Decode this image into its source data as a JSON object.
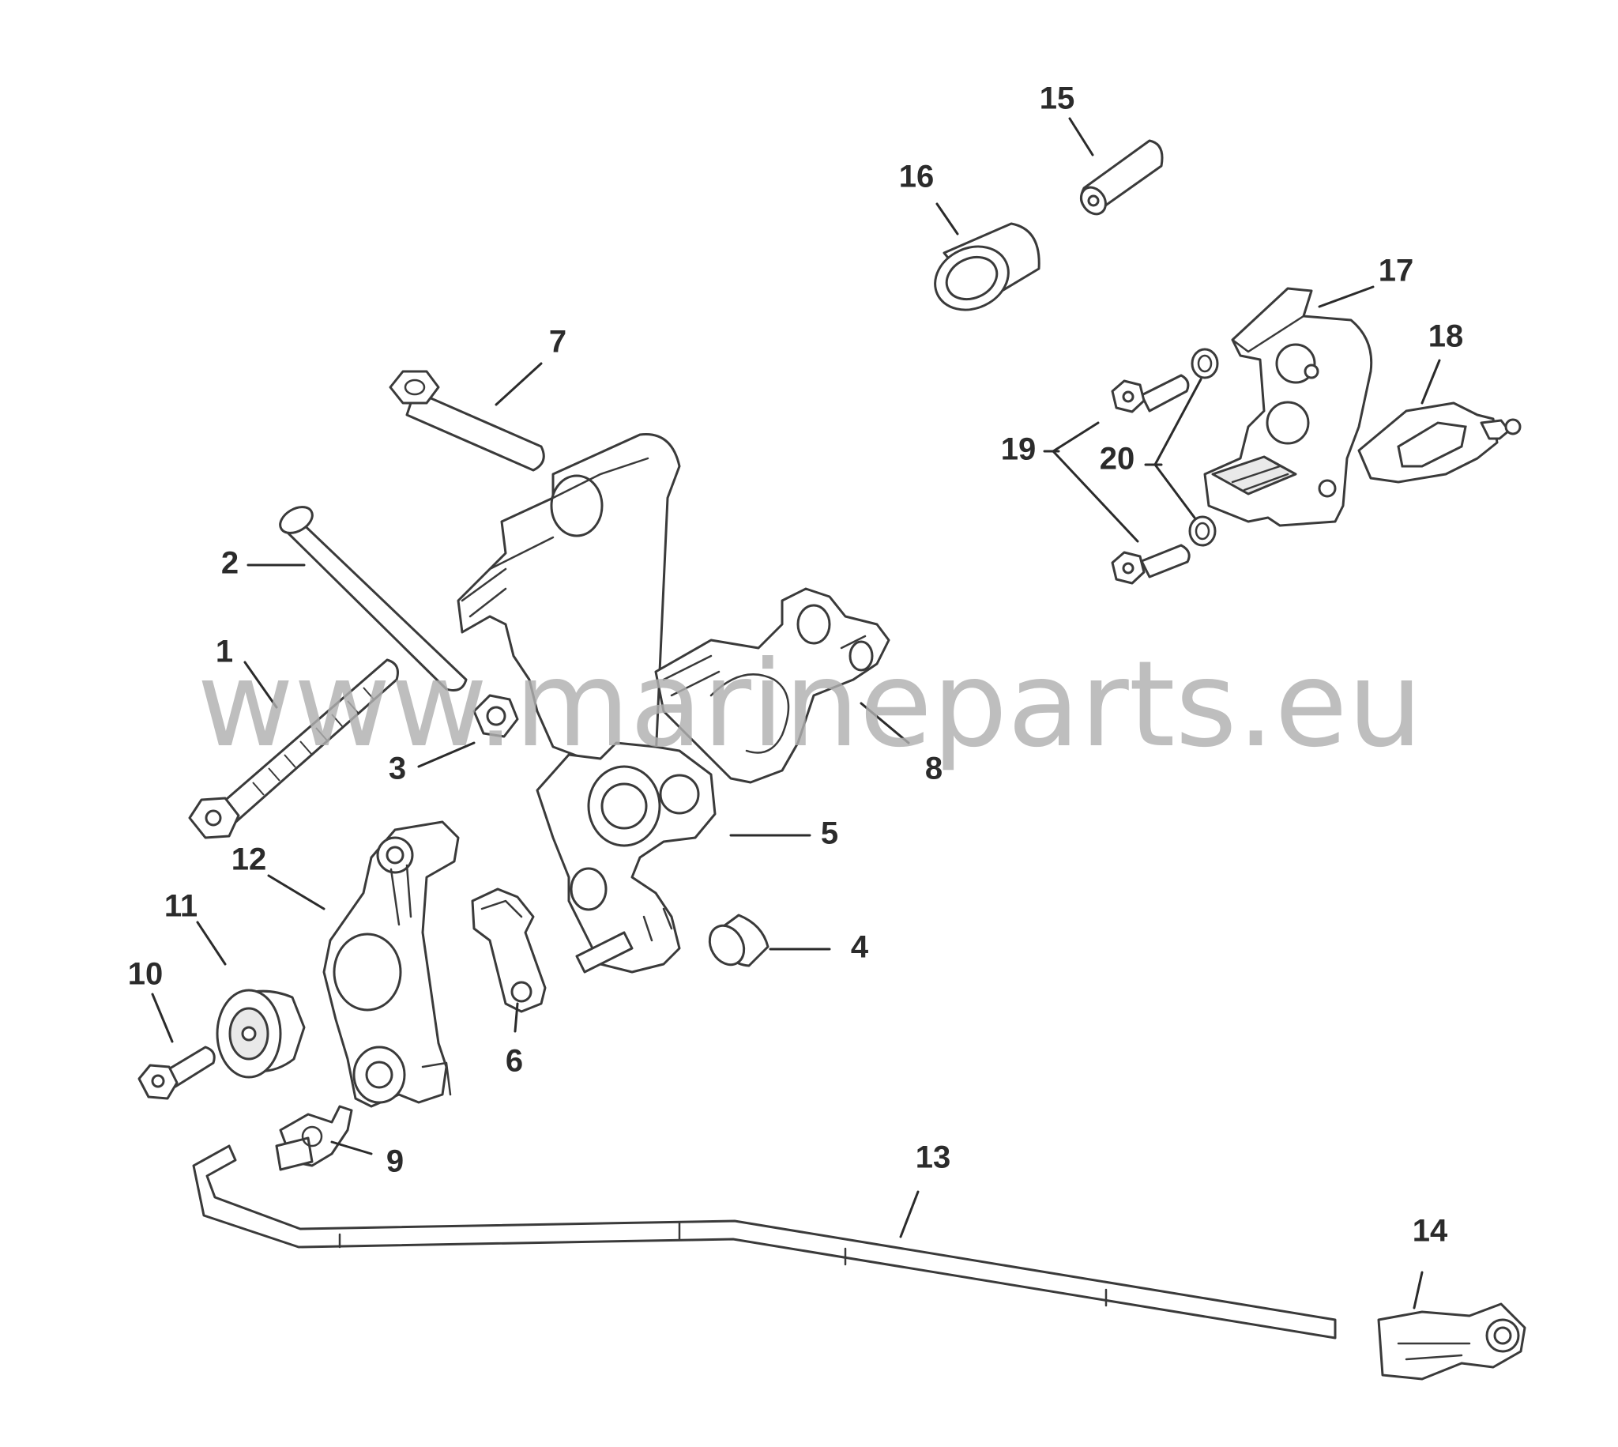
{
  "watermark": "www.marineparts.eu",
  "callouts": {
    "c1": "1",
    "c2": "2",
    "c3": "3",
    "c4": "4",
    "c5": "5",
    "c6": "6",
    "c7": "7",
    "c8": "8",
    "c9": "9",
    "c10": "10",
    "c11": "11",
    "c12": "12",
    "c13": "13",
    "c14": "14",
    "c15": "15",
    "c16": "16",
    "c17": "17",
    "c18": "18",
    "c19": "19",
    "c20": "20"
  }
}
